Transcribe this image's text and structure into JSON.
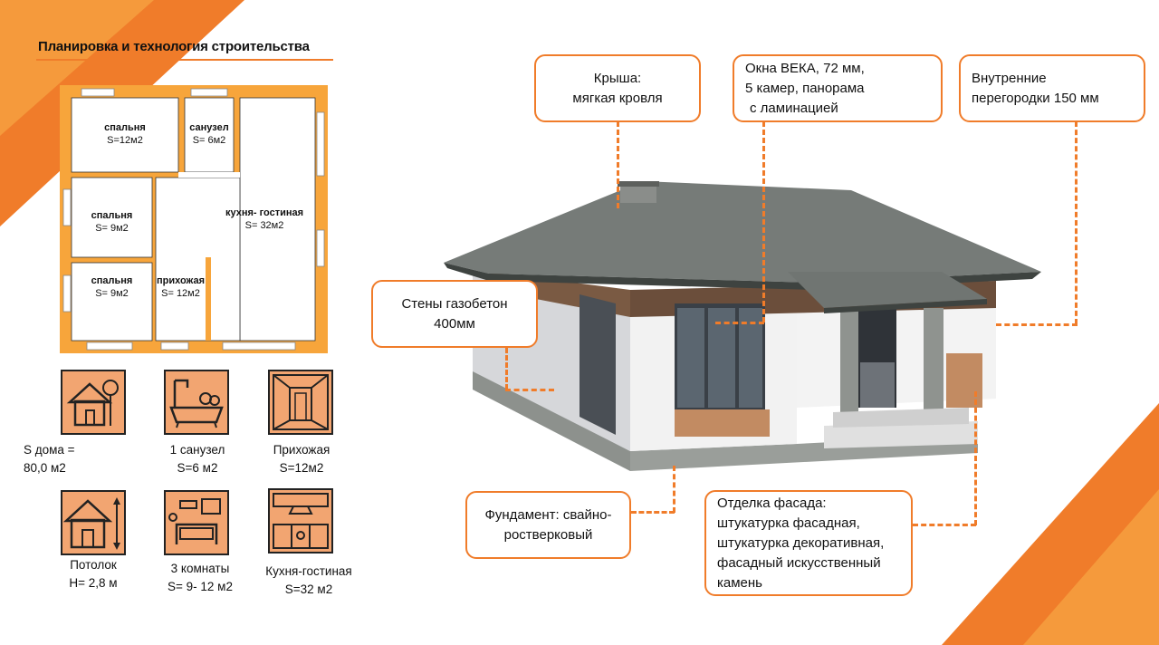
{
  "title": "Планировка и технология строительства",
  "colors": {
    "accent": "#f07c2a",
    "tile": "#f2a571",
    "wall": "#f7a53b"
  },
  "plan": {
    "rooms": [
      {
        "name": "спальня",
        "area": "S=12м2"
      },
      {
        "name": "санузел",
        "area": "S= 6м2"
      },
      {
        "name": "кухня- гостиная",
        "area": "S= 32м2"
      },
      {
        "name": "спальня",
        "area": "S= 9м2"
      },
      {
        "name": "спальня",
        "area": "S= 9м2"
      },
      {
        "name": "прихожая",
        "area": "S= 12м2"
      }
    ]
  },
  "features": [
    {
      "icon": "house-icon",
      "line1": "S дома =",
      "line2": "80,0 м2"
    },
    {
      "icon": "bathroom-icon",
      "line1": "1 санузел",
      "line2": "S=6 м2"
    },
    {
      "icon": "hallway-icon",
      "line1": "Прихожая",
      "line2": "S=12м2"
    },
    {
      "icon": "ceiling-height-icon",
      "line1": "Потолок",
      "line2": "H= 2,8 м"
    },
    {
      "icon": "bedroom-icon",
      "line1": "3 комнаты",
      "line2": "S= 9- 12 м2"
    },
    {
      "icon": "kitchen-icon",
      "line1": "Кухня-гостиная",
      "line2": "S=32 м2"
    }
  ],
  "callouts": {
    "roof": {
      "l1": "Крыша:",
      "l2": "мягкая кровля"
    },
    "windows": {
      "l1": "Окна ВЕКА, 72 мм,",
      "l2": "5 камер, панорама",
      "l3": "с ламинацией"
    },
    "partitions": {
      "l1": "Внутренние",
      "l2": "перегородки 150 мм"
    },
    "walls": {
      "l1": "Стены газобетон",
      "l2": "400мм"
    },
    "foundation": {
      "l1": "Фундамент: свайно-",
      "l2": "ростверковый"
    },
    "facade": {
      "l1": "Отделка фасада:",
      "l2": "штукатурка фасадная,",
      "l3": "штукатурка декоративная,",
      "l4": "фасадный искусственный",
      "l5": "камень"
    }
  }
}
